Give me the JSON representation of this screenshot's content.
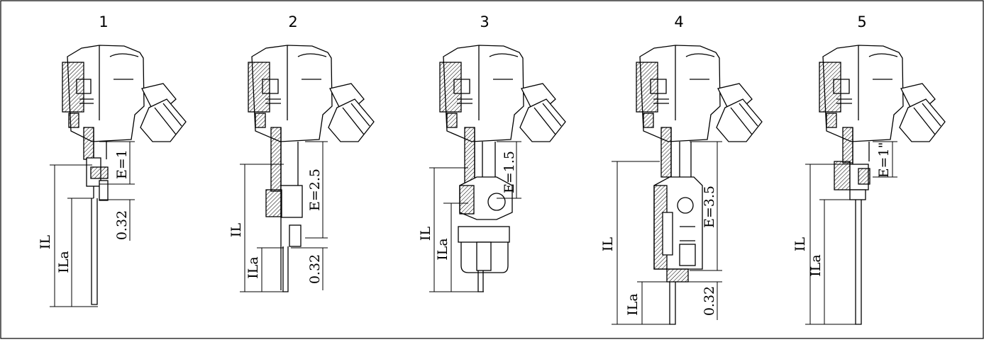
{
  "figures": [
    {
      "number": "1",
      "labels": {
        "il": "IL",
        "ila": "ILa",
        "e": "E=1",
        "offset": "0.32"
      }
    },
    {
      "number": "2",
      "labels": {
        "il": "IL",
        "ila": "ILa",
        "e": "E=2.5",
        "offset": "0.32"
      }
    },
    {
      "number": "3",
      "labels": {
        "il": "IL",
        "ila": "ILa",
        "e": "E=1.5"
      }
    },
    {
      "number": "4",
      "labels": {
        "il": "IL",
        "ila": "ILa",
        "e": "E=3.5",
        "offset": "0.32"
      }
    },
    {
      "number": "5",
      "labels": {
        "il": "IL",
        "ila": "ILa",
        "e": "E=1\""
      }
    }
  ]
}
